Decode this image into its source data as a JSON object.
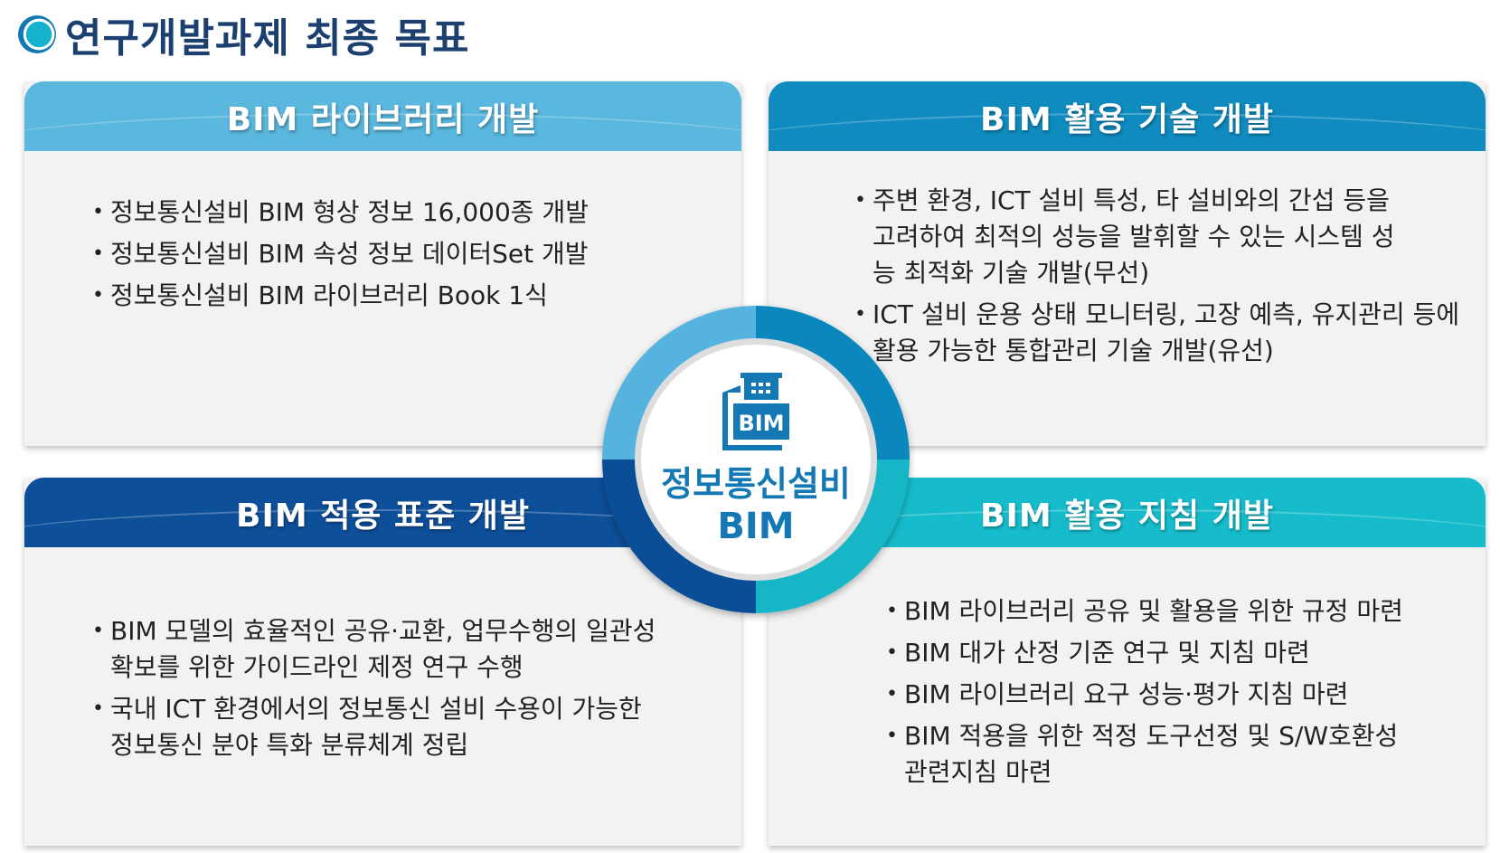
{
  "title": "연구개발과제 최종 목표",
  "center": {
    "line1": "정보통신설비",
    "line2": "BIM",
    "icon_label": "BIM"
  },
  "panels": [
    {
      "title": "BIM 라이브러리 개발",
      "items": [
        "정보통신설비 BIM 형상 정보 16,000종 개발",
        "정보통신설비 BIM 속성 정보 데이터Set 개발",
        "정보통신설비 BIM 라이브러리 Book 1식"
      ]
    },
    {
      "title": "BIM 활용 기술 개발",
      "items": [
        "주변 환경, ICT 설비 특성, 타 설비와의 간섭 등을 고려하여 최적의 성능을 발휘할 수 있는 시스템 성능 최적화 기술 개발(무선)",
        "ICT 설비 운용 상태 모니터링, 고장 예측, 유지관리 등에 활용 가능한 통합관리 기술 개발(유선)"
      ]
    },
    {
      "title": "BIM 적용 표준 개발",
      "items": [
        "BIM 모델의 효율적인 공유·교환, 업무수행의 일관성 확보를 위한 가이드라인 제정 연구 수행",
        "국내 ICT 환경에서의 정보통신 설비 수용이 가능한 정보통신 분야 특화 분류체계 정립"
      ]
    },
    {
      "title": "BIM 활용 지침 개발",
      "items": [
        "BIM 라이브러리 공유 및 활용을 위한 규정 마련",
        "BIM 대가 산정 기준 연구 및 지침 마련",
        "BIM 라이브러리 요구 성능·평가 지침 마련",
        "BIM 적용을 위한 적정 도구선정 및 S/W호환성 관련지침 마련"
      ]
    }
  ]
}
